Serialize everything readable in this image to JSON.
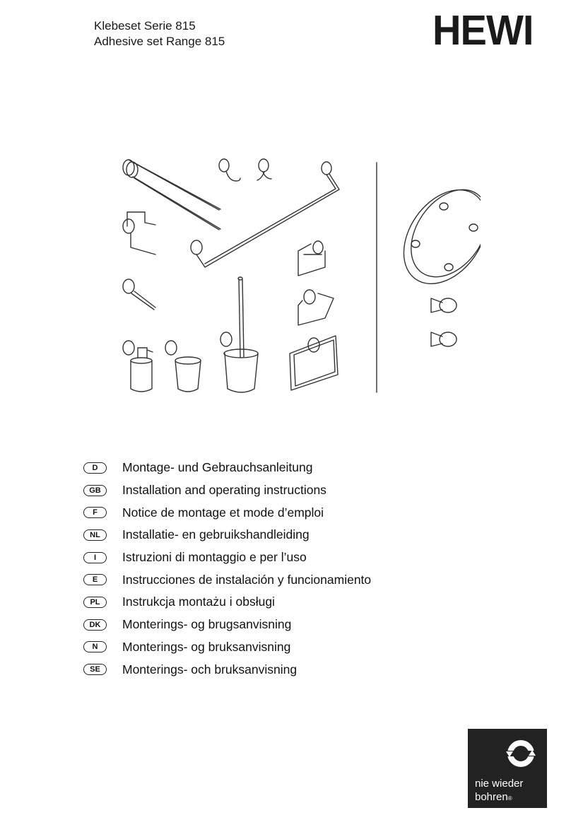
{
  "header": {
    "title_de": "Klebeset Serie 815",
    "title_en": "Adhesive set Range 815",
    "logo": "HEWI"
  },
  "illustration": {
    "icon": "bathroom-accessories-drawing"
  },
  "languages": [
    {
      "code": "D",
      "text": "Montage- und Gebrauchsanleitung"
    },
    {
      "code": "GB",
      "text": "Installation and operating instructions"
    },
    {
      "code": "F",
      "text": "Notice de montage et mode d’emploi"
    },
    {
      "code": "NL",
      "text": "Installatie- en gebruikshandleiding"
    },
    {
      "code": "I",
      "text": "Istruzioni di montaggio e per l’uso"
    },
    {
      "code": "E",
      "text": "Instrucciones de instalación y funcionamiento"
    },
    {
      "code": "PL",
      "text": "Instrukcja montażu i obsługi"
    },
    {
      "code": "DK",
      "text": "Monterings- og brugsanvisning"
    },
    {
      "code": "N",
      "text": "Monterings- og bruksanvisning"
    },
    {
      "code": "SE",
      "text": "Monterings- och bruksanvisning"
    }
  ],
  "seal": {
    "line1": "nie wieder",
    "line2": "bohren",
    "mark": "®"
  }
}
